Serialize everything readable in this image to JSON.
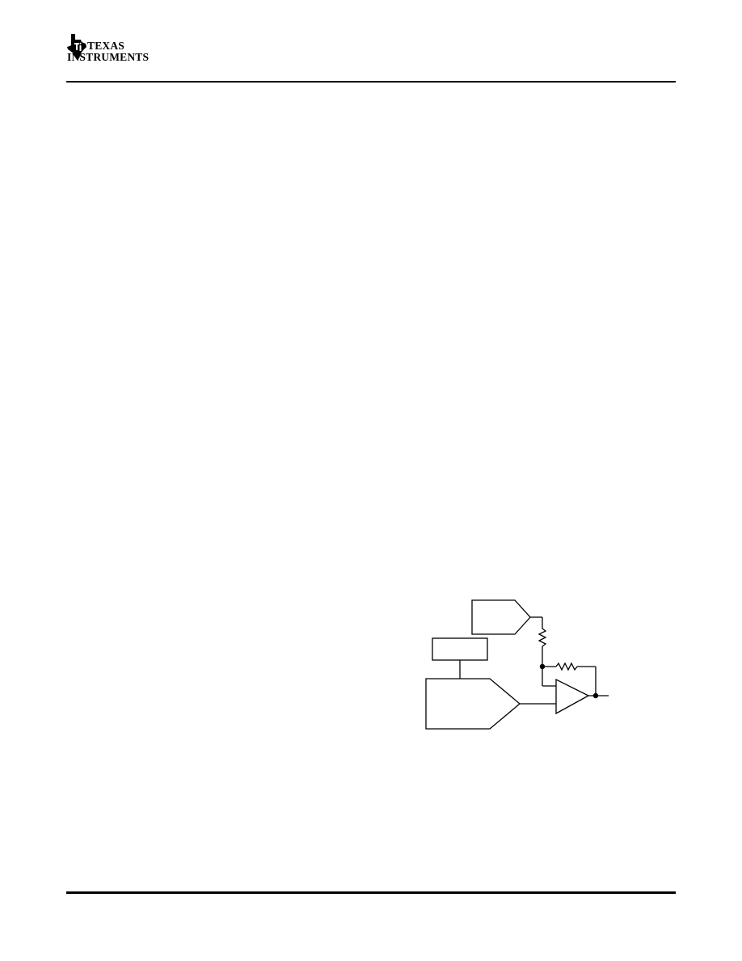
{
  "header": {
    "logo": {
      "line1": "TEXAS",
      "line2": "INSTRUMENTS",
      "icon": "ti-texas-state-icon"
    }
  },
  "diagram": {
    "elements": [
      "pentagon-block-top",
      "rectangle-block",
      "pentagon-block-large",
      "resistor-series",
      "resistor-feedback",
      "op-amp",
      "output-node"
    ]
  }
}
